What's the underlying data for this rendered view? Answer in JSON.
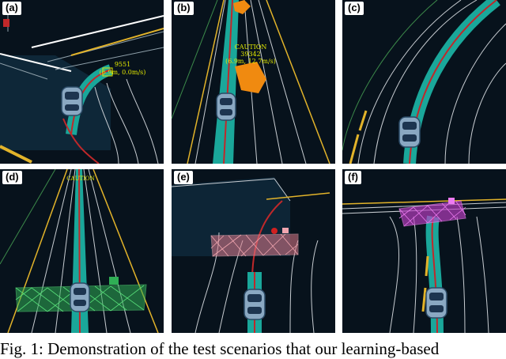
{
  "panels": [
    {
      "label": "(a)",
      "id": "9551",
      "dist": "(6.9m, 0.0m/s)"
    },
    {
      "label": "(b)",
      "status": "CAUTION",
      "id": "39342",
      "dist": "(6.9m, 12.7m/s)"
    },
    {
      "label": "(c)"
    },
    {
      "label": "(d)",
      "status": "CAUTION"
    },
    {
      "label": "(e)"
    },
    {
      "label": "(f)"
    }
  ],
  "caption": {
    "prefix": "Fig. 1:",
    "text": " Demonstration of the test scenarios that our learning-based"
  },
  "colors": {
    "background": "#07121c",
    "path": "#1aa79a",
    "centerline": "#c0282a",
    "lane_yellow": "#e2b32a",
    "fence_green": "#2fae55",
    "fence_pink": "#e07a8a",
    "fence_magenta": "#c03fc8",
    "obstacle_orange": "#f08a10"
  }
}
